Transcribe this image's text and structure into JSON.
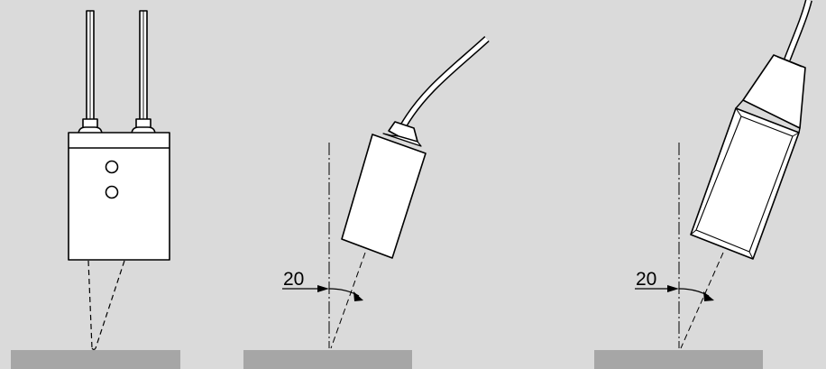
{
  "colors": {
    "background": "#dadada",
    "surface": "#a6a6a6",
    "body": "#ffffff",
    "stroke": "#000000"
  },
  "panels": [
    {
      "name": "vertical-sensor",
      "angle_label": ""
    },
    {
      "name": "tilted-cylindrical-sensor",
      "angle_label": "20"
    },
    {
      "name": "tilted-large-sensor",
      "angle_label": "20"
    }
  ]
}
